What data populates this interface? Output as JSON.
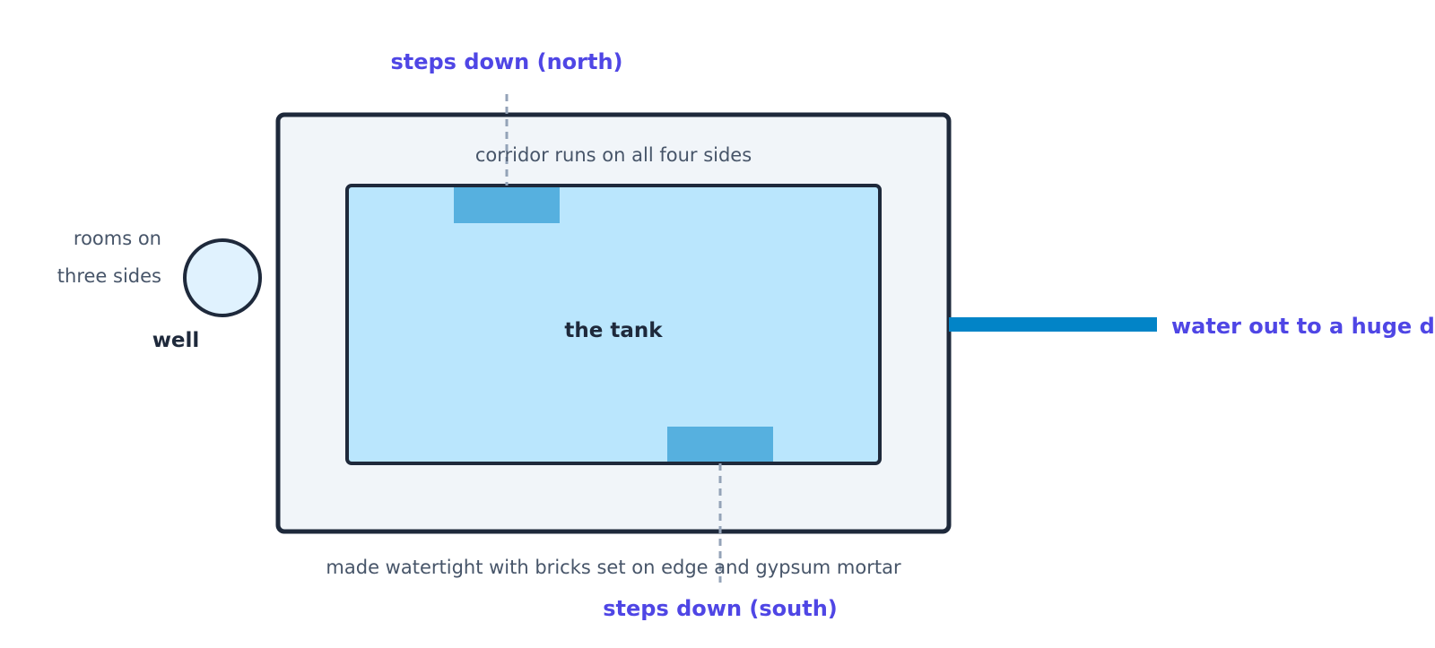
{
  "labels": {
    "steps_north": "steps down (north)",
    "steps_south": "steps down (south)",
    "corridor": "corridor runs on all four sides",
    "tank": "the tank",
    "rooms_line1": "rooms on",
    "rooms_line2": "three sides",
    "well": "well",
    "water_out": "water out to a huge drain",
    "watertight": "made watertight with bricks set on edge and gypsum mortar"
  },
  "colors": {
    "accent": "#4f46e5",
    "outline": "#1e293b",
    "corridor_fill": "#f1f5f9",
    "tank_fill": "#bae6fd",
    "steps_fill": "#56b0df",
    "drain": "#0284c7",
    "well_fill": "#e0f2fe",
    "leader": "#94a3b8",
    "muted_text": "#475569"
  }
}
